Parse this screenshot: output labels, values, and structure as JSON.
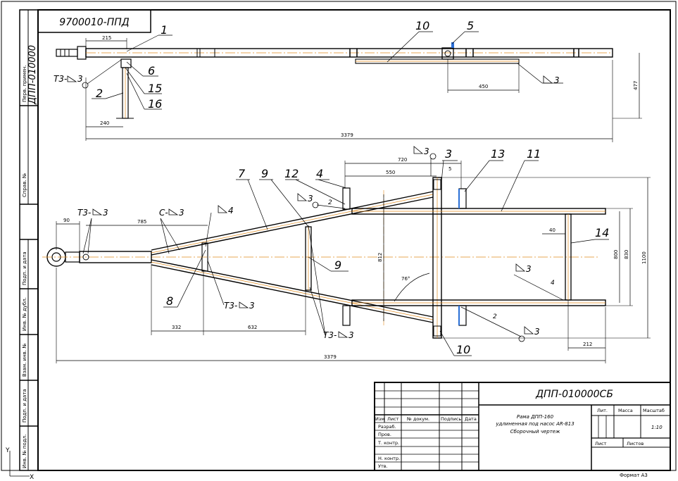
{
  "stamp_top": "ДПП-010000",
  "stamp_top_mirror": "9700010-ППД",
  "side_strip": {
    "perv_primen": "Перв. примен.",
    "sprav": "Справ. №",
    "podp_data_1": "Подп. и дата",
    "inv_dubl": "Инв. № дубл.",
    "vzam_inv": "Взам. инв. №",
    "podp_data_2": "Подп. и дата",
    "inv_podl": "Инв. № подл."
  },
  "callouts": [
    "1",
    "2",
    "3",
    "4",
    "5",
    "6",
    "7",
    "8",
    "9",
    "9",
    "10",
    "10",
    "11",
    "12",
    "13",
    "14",
    "15",
    "16"
  ],
  "weld_marks": {
    "t3_3": "Т3-",
    "c_3": "С-",
    "n3": "3",
    "n4": "4",
    "n2": "2"
  },
  "dims": {
    "d215": "215",
    "d240": "240",
    "d3379a": "3379",
    "d450": "450",
    "d477": "477",
    "d90": "90",
    "d785": "785",
    "d332": "332",
    "d632": "632",
    "d3379b": "3379",
    "d720": "720",
    "d550": "550",
    "d40": "40",
    "d800": "800",
    "d830": "830",
    "d1100": "1100",
    "d812": "812",
    "d212": "212",
    "d5": "5",
    "d76": "76°"
  },
  "title_block": {
    "designation": "ДПП-010000СБ",
    "name_line1": "Рама ДПП-160",
    "name_line2": "удлиненная под насос AR-813",
    "name_line3": "Сборочный чертеж",
    "col_izm": "Изм",
    "col_list": "Лист",
    "col_doc": "№ докум.",
    "col_podp": "Подпись",
    "col_data": "Дата",
    "row_razrab": "Разраб.",
    "row_prov": "Пров.",
    "row_tkontr": "Т. контр.",
    "row_nkontr": "Н. контр.",
    "row_utv": "Утв.",
    "lit": "Лит.",
    "massa": "Масса",
    "masshtab": "Масштаб",
    "scale": "1:10",
    "list": "Лист",
    "listov": "Листов"
  },
  "format": "Формат А3",
  "axis_y": "Y",
  "axis_x": "X"
}
